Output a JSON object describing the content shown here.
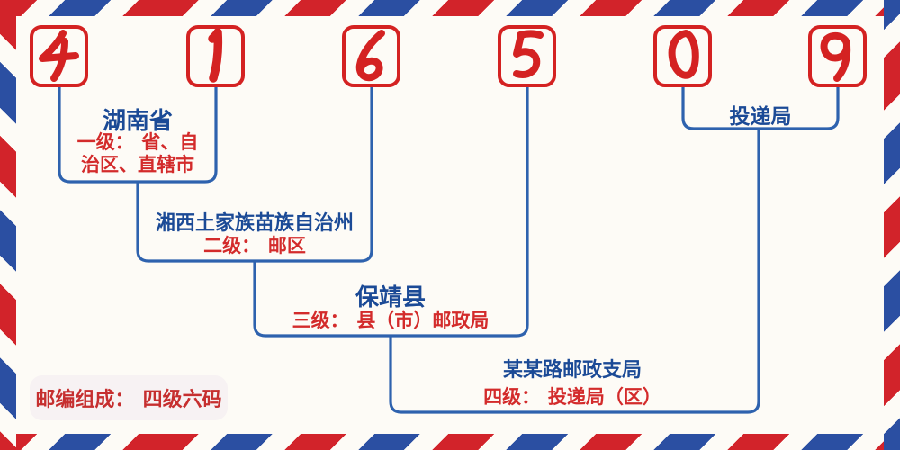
{
  "postal_code": {
    "digits": [
      "4",
      "1",
      "6",
      "5",
      "0",
      "9"
    ],
    "code": "416509"
  },
  "levels": [
    {
      "name": "湖南省",
      "desc_line1": "一级：省、自",
      "desc_line2": "治区、直辖市"
    },
    {
      "name": "湘西土家族苗族自治州",
      "desc": "二级：邮区"
    },
    {
      "name": "保靖县",
      "desc": "三级：县（市）邮政局"
    },
    {
      "name": "某某路邮政支局",
      "desc": "四级：投递局（区）"
    },
    {
      "name": "投递局"
    }
  ],
  "footer": {
    "badge": "邮编组成：四级六码"
  },
  "colors": {
    "digit_red": "#d42222",
    "text_red": "#d32b2b",
    "label_navy": "#1b4a96",
    "line_blue": "#2e62ae",
    "stripe_red": "#d2232a",
    "stripe_blue": "#2b4fa2",
    "background": "#fdfbf6"
  }
}
